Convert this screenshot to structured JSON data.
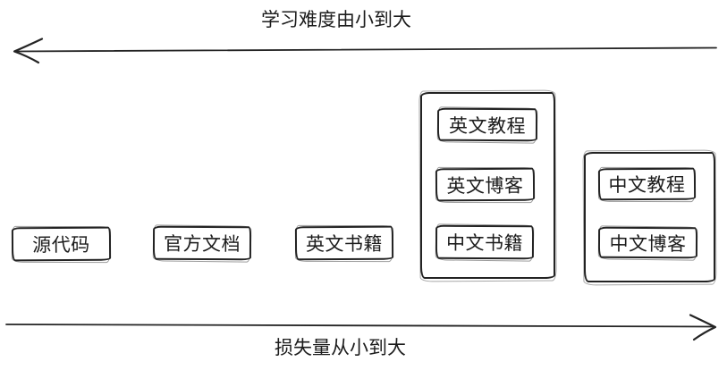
{
  "page": {
    "background_color": "#ffffff",
    "ink_color": "#232323"
  },
  "diagram": {
    "top_arrow": {
      "label": "学习难度由小到大",
      "direction": "left"
    },
    "bottom_arrow": {
      "label": "损失量从小到大",
      "direction": "right"
    },
    "standalone_boxes": [
      {
        "label": "源代码"
      },
      {
        "label": "官方文档"
      },
      {
        "label": "英文书籍"
      }
    ],
    "groups": [
      {
        "boxes": [
          {
            "label": "英文教程"
          },
          {
            "label": "英文博客"
          },
          {
            "label": "中文书籍"
          }
        ]
      },
      {
        "boxes": [
          {
            "label": "中文教程"
          },
          {
            "label": "中文博客"
          }
        ]
      }
    ]
  }
}
